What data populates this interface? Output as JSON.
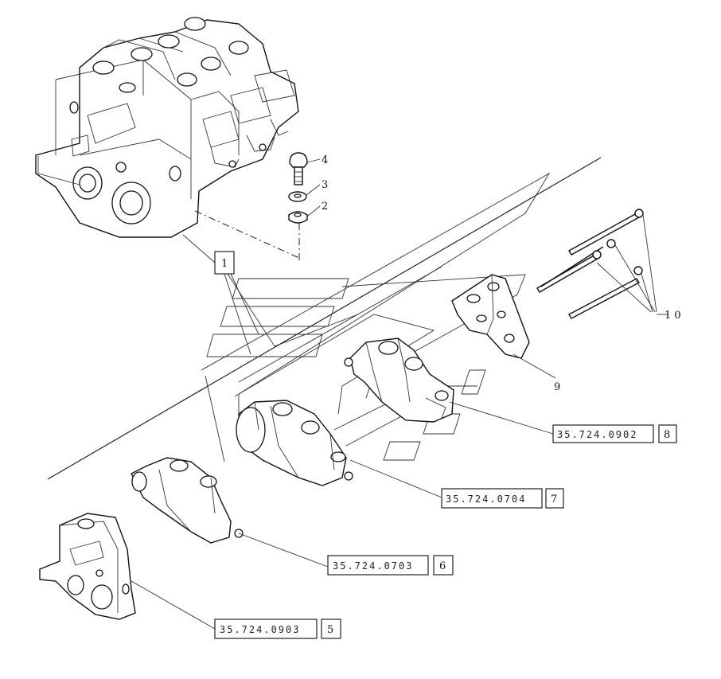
{
  "callouts": {
    "item_1": "1",
    "item_2": "2",
    "item_3": "3",
    "item_4": "4",
    "item_9": "9",
    "item_10": "1 0"
  },
  "references": [
    {
      "code": "35.724.0902",
      "index": "8"
    },
    {
      "code": "35.724.0704",
      "index": "7"
    },
    {
      "code": "35.724.0703",
      "index": "6"
    },
    {
      "code": "35.724.0903",
      "index": "5"
    }
  ]
}
